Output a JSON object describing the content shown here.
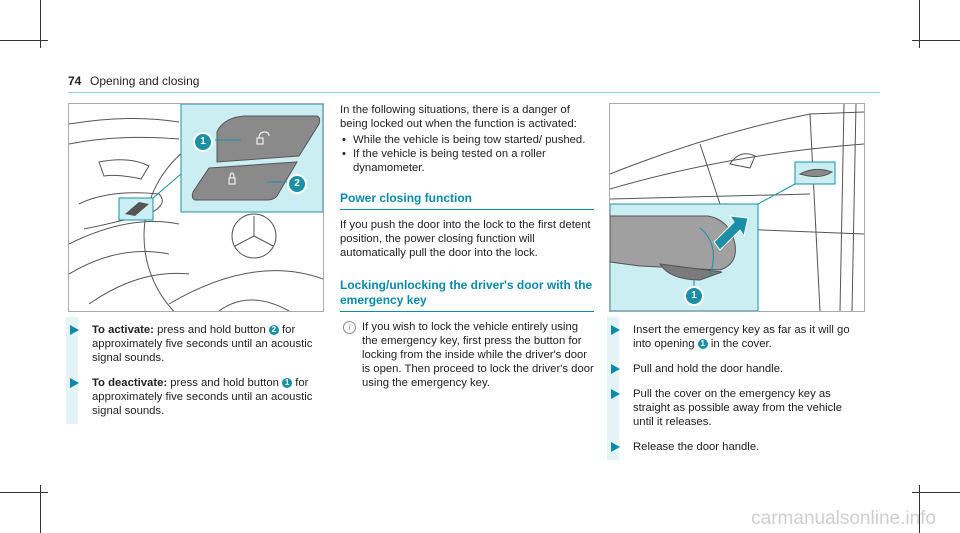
{
  "header": {
    "page_number": "74",
    "title": "Opening and closing"
  },
  "figure_left": {
    "callouts": [
      "1",
      "2"
    ]
  },
  "figure_right": {
    "callouts": [
      "1"
    ]
  },
  "col1": {
    "steps": [
      {
        "label": "To activate:",
        "text_a": " press and hold button ",
        "badge": "2",
        "text_b": " for approximately five seconds until an acoustic signal sounds."
      },
      {
        "label": "To deactivate:",
        "text_a": " press and hold button ",
        "badge": "1",
        "text_b": " for approximately five seconds until an acoustic signal sounds."
      }
    ]
  },
  "col2": {
    "intro": "In the following situations, there is a danger of being locked out when the function is activated:",
    "bullets": [
      "While the vehicle is being tow started/ pushed.",
      "If the vehicle is being tested on a roller dynamometer."
    ],
    "section1_title": "Power closing function",
    "section1_body": "If you push the door into the lock to the first detent position, the power closing function will automatically pull the door into the lock.",
    "section2_title": "Locking/unlocking the driver's door with the emergency key",
    "note_icon": "i",
    "note_text": "If you wish to lock the vehicle entirely using the emergency key, first press the button for locking from the inside while the driver's door is open. Then proceed to lock the driver's door using the emergency key."
  },
  "col3": {
    "steps": [
      {
        "text_a": "Insert the emergency key as far as it will go into opening ",
        "badge": "1",
        "text_b": " in the cover."
      },
      {
        "text_a": "Pull and hold the door handle.",
        "badge": "",
        "text_b": ""
      },
      {
        "text_a": "Pull the cover on the emergency key as straight as possible away from the vehicle until it releases.",
        "badge": "",
        "text_b": ""
      },
      {
        "text_a": "Release the door handle.",
        "badge": "",
        "text_b": ""
      }
    ]
  },
  "watermark": "carmanualsonline.info"
}
